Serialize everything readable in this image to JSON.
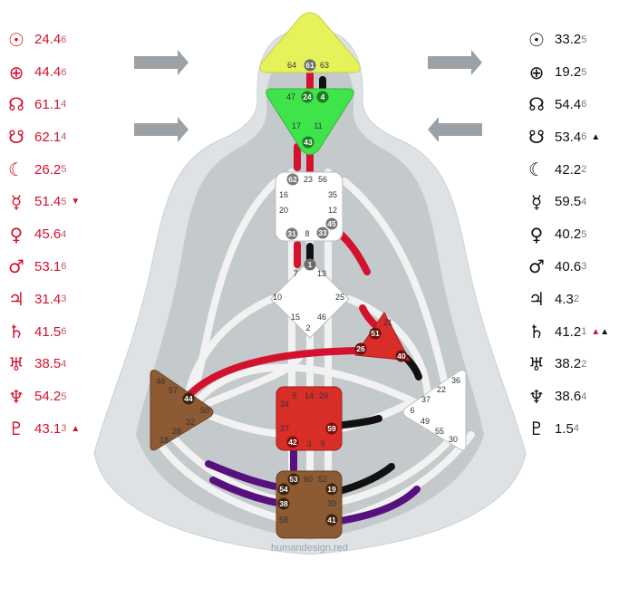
{
  "design_column": [
    {
      "planet": "sun",
      "symbol": "☉",
      "main": "24.4",
      "sub": "6",
      "mark": ""
    },
    {
      "planet": "earth",
      "symbol": "⊕",
      "main": "44.4",
      "sub": "6",
      "mark": ""
    },
    {
      "planet": "north-node",
      "symbol": "☊",
      "main": "61.1",
      "sub": "4",
      "mark": ""
    },
    {
      "planet": "south-node",
      "symbol": "☋",
      "main": "62.1",
      "sub": "4",
      "mark": ""
    },
    {
      "planet": "moon",
      "symbol": "☾",
      "main": "26.2",
      "sub": "5",
      "mark": ""
    },
    {
      "planet": "mercury",
      "symbol": "☿",
      "main": "51.4",
      "sub": "5",
      "mark": "▼"
    },
    {
      "planet": "venus",
      "symbol": "♀",
      "main": "45.6",
      "sub": "4",
      "mark": ""
    },
    {
      "planet": "mars",
      "symbol": "♂",
      "main": "53.1",
      "sub": "6",
      "mark": ""
    },
    {
      "planet": "jupiter",
      "symbol": "♃",
      "main": "31.4",
      "sub": "3",
      "mark": ""
    },
    {
      "planet": "saturn",
      "symbol": "♄",
      "main": "41.5",
      "sub": "6",
      "mark": ""
    },
    {
      "planet": "uranus",
      "symbol": "♅",
      "main": "38.5",
      "sub": "4",
      "mark": ""
    },
    {
      "planet": "neptune",
      "symbol": "♆",
      "main": "54.2",
      "sub": "5",
      "mark": ""
    },
    {
      "planet": "pluto",
      "symbol": "♇",
      "main": "43.1",
      "sub": "3",
      "mark": "▲"
    }
  ],
  "personality_column": [
    {
      "planet": "sun",
      "symbol": "☉",
      "main": "33.2",
      "sub": "5",
      "mark": ""
    },
    {
      "planet": "earth",
      "symbol": "⊕",
      "main": "19.2",
      "sub": "5",
      "mark": ""
    },
    {
      "planet": "north-node",
      "symbol": "☊",
      "main": "54.4",
      "sub": "6",
      "mark": ""
    },
    {
      "planet": "south-node",
      "symbol": "☋",
      "main": "53.4",
      "sub": "6",
      "mark": "▲"
    },
    {
      "planet": "moon",
      "symbol": "☾",
      "main": "42.2",
      "sub": "2",
      "mark": ""
    },
    {
      "planet": "mercury",
      "symbol": "☿",
      "main": "59.5",
      "sub": "4",
      "mark": ""
    },
    {
      "planet": "venus",
      "symbol": "♀",
      "main": "40.2",
      "sub": "5",
      "mark": ""
    },
    {
      "planet": "mars",
      "symbol": "♂",
      "main": "40.6",
      "sub": "3",
      "mark": ""
    },
    {
      "planet": "jupiter",
      "symbol": "♃",
      "main": "4.3",
      "sub": "2",
      "mark": ""
    },
    {
      "planet": "saturn",
      "symbol": "♄",
      "main": "41.2",
      "sub": "1",
      "mark": "▲▲"
    },
    {
      "planet": "uranus",
      "symbol": "♅",
      "main": "38.2",
      "sub": "2",
      "mark": ""
    },
    {
      "planet": "neptune",
      "symbol": "♆",
      "main": "38.6",
      "sub": "4",
      "mark": ""
    },
    {
      "planet": "pluto",
      "symbol": "♇",
      "main": "1.5",
      "sub": "4",
      "mark": ""
    }
  ],
  "colors": {
    "design_red": "#d3122e",
    "personality_black": "#111111",
    "mixed_purple": "#57117e",
    "head": "#e6f25a",
    "ajna": "#3fe34a",
    "spleen_sacral_root": "#8c5a33",
    "solar_plexus": "#d92d27",
    "undefined": "#ffffff"
  },
  "centers": {
    "head": [
      "64",
      "61",
      "63"
    ],
    "ajna": [
      "47",
      "24",
      "4",
      "17",
      "11",
      "43"
    ],
    "throat": [
      "62",
      "23",
      "56",
      "16",
      "35",
      "20",
      "12",
      "31",
      "8",
      "33",
      "45"
    ],
    "g": [
      "1",
      "7",
      "13",
      "10",
      "25",
      "15",
      "46",
      "2"
    ],
    "heart": [
      "21",
      "51",
      "26",
      "40"
    ],
    "spleen": [
      "48",
      "57",
      "44",
      "50",
      "32",
      "28",
      "18"
    ],
    "sacral": [
      "5",
      "14",
      "29",
      "34",
      "27",
      "59",
      "42",
      "3",
      "9"
    ],
    "solar_plexus": [
      "36",
      "22",
      "37",
      "6",
      "49",
      "55",
      "30"
    ],
    "root": [
      "53",
      "60",
      "52",
      "54",
      "19",
      "38",
      "39",
      "58",
      "41"
    ]
  },
  "watermark": "humandesign.red"
}
